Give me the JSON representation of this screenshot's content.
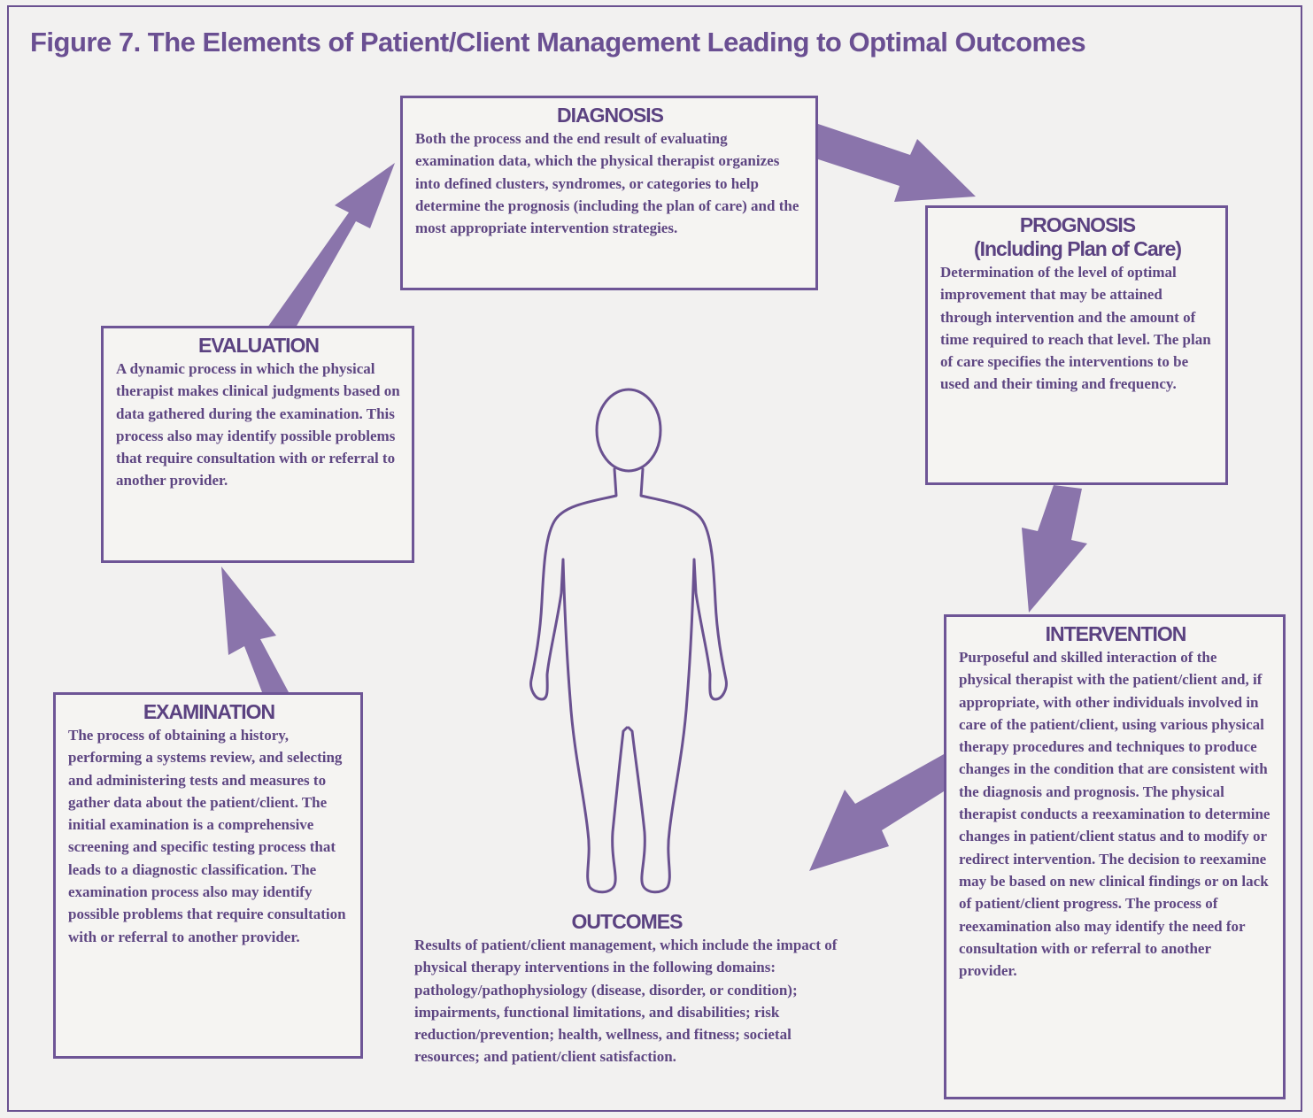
{
  "title": "Figure 7.  The Elements of Patient/Client Management Leading to Optimal Outcomes",
  "diagnosis": {
    "heading": "DIAGNOSIS",
    "body": "Both the process and the end result of evaluating examination data, which the physical therapist organizes into defined clusters, syndromes, or categories to help determine the prognosis (including the plan of care) and the most appropriate intervention strategies."
  },
  "prognosis": {
    "heading": "PROGNOSIS",
    "subheading": "(Including Plan of Care)",
    "body": "Determination of the level of optimal improvement that may be attained through intervention and the amount of time required to reach that level. The plan of care specifies the interventions to be used and their timing and frequency."
  },
  "evaluation": {
    "heading": "EVALUATION",
    "body": "A dynamic process in which the physical therapist makes clinical judgments based on data gathered during the examination. This process also may identify possible problems that require consultation with or referral to another provider."
  },
  "examination": {
    "heading": "EXAMINATION",
    "body": "The process of obtaining a history, performing a systems review, and selecting and administering tests and measures to gather data about the patient/client. The initial examination is a comprehensive screening and specific testing process that leads to a diagnostic classification. The examination process also may identify possible problems that require consultation with or referral to another provider."
  },
  "intervention": {
    "heading": "INTERVENTION",
    "body": "Purposeful and skilled interaction of the physical therapist with the patient/client and, if appropriate, with other individuals involved in care of the patient/client, using various physical therapy procedures and techniques to produce changes in the condition that are consistent with the diagnosis and prognosis. The physical therapist conducts a reexamination to determine changes in patient/client status and to modify or redirect intervention. The decision to reexamine may be based on new clinical findings or on lack of patient/client progress. The process of reexamination also may identify the need for consultation with or referral to another provider."
  },
  "outcomes": {
    "heading": "OUTCOMES",
    "body": "Results of patient/client management, which include the impact of physical therapy interventions in the following domains: pathology/pathophysiology (disease, disorder, or condition); impairments, functional limitations, and disabilities; risk reduction/prevention; health, wellness, and fitness; societal resources; and patient/client satisfaction."
  },
  "colors": {
    "ink": "#5e4682",
    "arrow": "#8a74ab"
  }
}
